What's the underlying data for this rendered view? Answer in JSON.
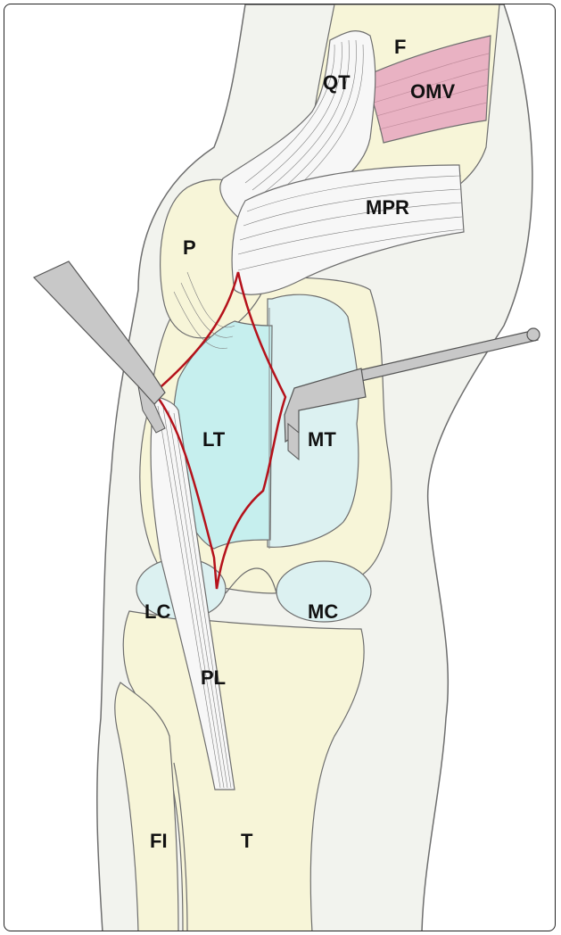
{
  "labels": {
    "f": "F",
    "qt": "QT",
    "omv": "OMV",
    "mpr": "MPR",
    "p": "P",
    "lt": "LT",
    "mt": "MT",
    "lc": "LC",
    "mc": "MC",
    "pl": "PL",
    "fi": "FI",
    "t": "T"
  },
  "colors": {
    "soft_tissue": "#f2f3ee",
    "bone": "#f7f5d8",
    "cartilage": "#dcf1f1",
    "exposed_trochlea": "#c6efee",
    "muscle": "#e9b2c3",
    "incision": "#b5121b",
    "instrument": "#c8c8c8",
    "outline": "#6e6e6e"
  }
}
